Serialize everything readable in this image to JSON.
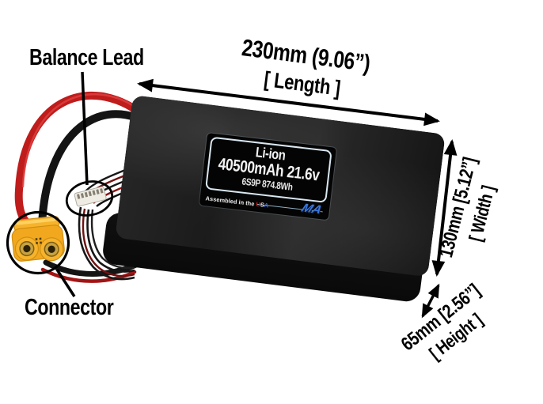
{
  "annotations": {
    "balance_lead": "Balance Lead",
    "connector": "Connector"
  },
  "dimensions": {
    "length": {
      "value": "230mm (9.06”)",
      "label": "[ Length ]"
    },
    "width": {
      "value": "130mm [5.12”]",
      "label": "[ Width ]"
    },
    "height": {
      "value": "65mm [2.56”]",
      "label": "[ Height ]"
    }
  },
  "battery_label": {
    "chemistry": "Li-ion",
    "capacity_voltage": "40500mAh 21.6v",
    "config_energy": "6S9P 874.8Wh",
    "assembled_prefix": "Assembled in the ",
    "usa_u": "U",
    "usa_s": "S",
    "usa_a": "A",
    "logo_text": "MA"
  },
  "colors": {
    "background": "#ffffff",
    "annotation_ink": "#000000",
    "wire_red": "#bf1c1c",
    "connector_yellow": "#f3aa1f",
    "gold_contact": "#c9a23f",
    "logo_blue": "#3b77dd",
    "label_border": "#d9e7f1",
    "battery_body": "#1b1b1b"
  }
}
